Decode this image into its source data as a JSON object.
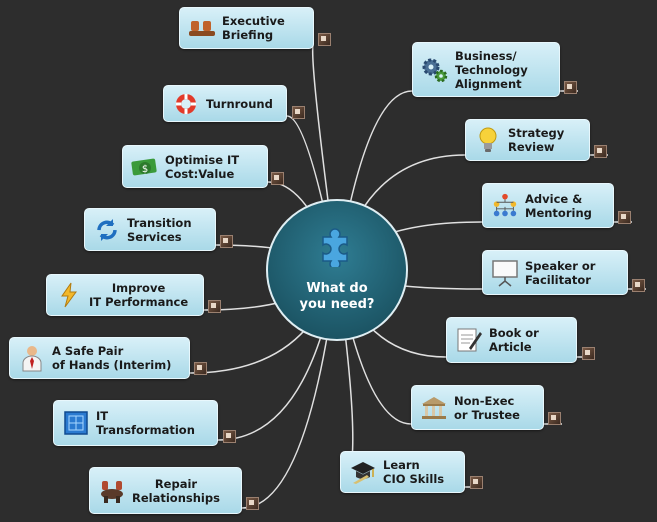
{
  "hub": {
    "label": "What do\nyou need?",
    "icon": "puzzle-piece-icon"
  },
  "nodes": {
    "executive_briefing": {
      "label": "Executive\nBriefing",
      "icon": "meeting-chairs-icon"
    },
    "turnround": {
      "label": "Turnround",
      "icon": "lifebuoy-icon"
    },
    "optimise_it_cost": {
      "label": "Optimise IT\nCost:Value",
      "icon": "money-icon"
    },
    "transition_services": {
      "label": "Transition\nServices",
      "icon": "refresh-arrows-icon"
    },
    "improve_it_performance": {
      "label": "Improve\nIT Performance",
      "icon": "lightning-icon"
    },
    "safe_pair_of_hands": {
      "label": "A Safe Pair\nof Hands (Interim)",
      "icon": "businessman-icon"
    },
    "it_transformation": {
      "label": "IT\nTransformation",
      "icon": "blueprint-icon"
    },
    "repair_relationships": {
      "label": "Repair\nRelationships",
      "icon": "meeting-table-icon"
    },
    "business_technology_alignment": {
      "label": "Business/\nTechnology\nAlignment",
      "icon": "gears-icon"
    },
    "strategy_review": {
      "label": "Strategy\nReview",
      "icon": "lightbulb-icon"
    },
    "advice_mentoring": {
      "label": "Advice &\nMentoring",
      "icon": "org-chart-icon"
    },
    "speaker_facilitator": {
      "label": "Speaker or\nFacilitator",
      "icon": "presentation-board-icon"
    },
    "book_or_article": {
      "label": "Book or\nArticle",
      "icon": "notepad-pen-icon"
    },
    "non_exec_trustee": {
      "label": "Non-Exec\nor Trustee",
      "icon": "building-icon"
    },
    "learn_cio_skills": {
      "label": "Learn\nCIO Skills",
      "icon": "graduation-cap-icon"
    }
  },
  "colors": {
    "background": "#2d2d2d",
    "node_fill": "#bfe4f0",
    "hub_fill": "#1f5f70",
    "connector": "#e0e0e0"
  }
}
